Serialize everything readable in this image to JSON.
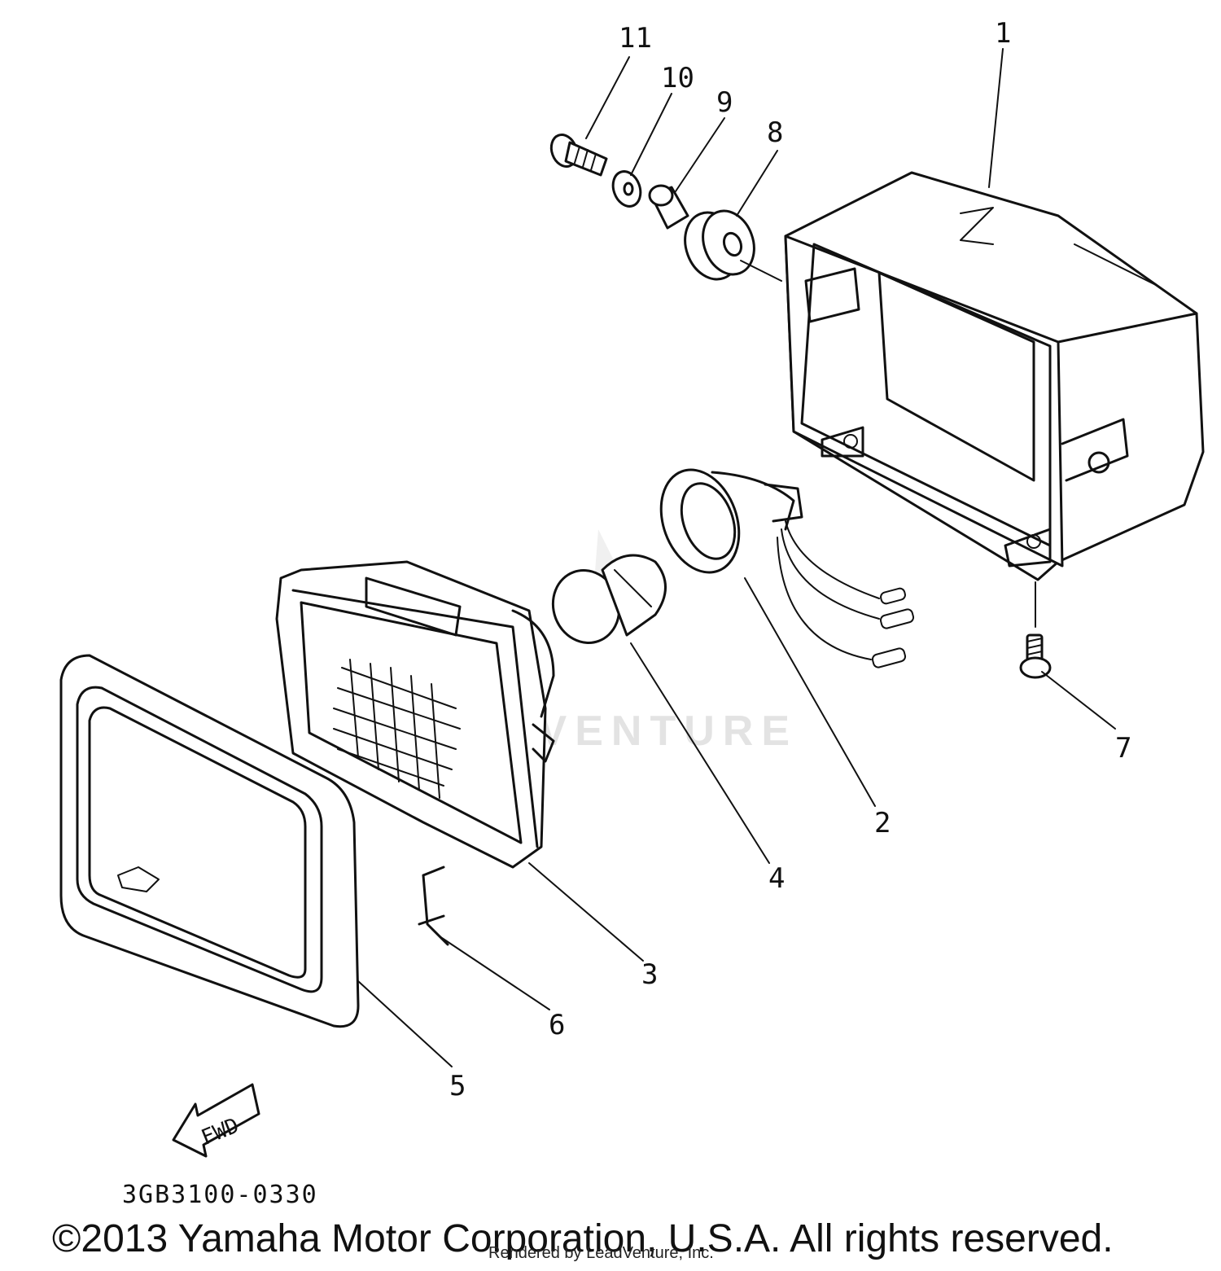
{
  "callouts": [
    {
      "id": "1",
      "label": "1"
    },
    {
      "id": "2",
      "label": "2"
    },
    {
      "id": "3",
      "label": "3"
    },
    {
      "id": "4",
      "label": "4"
    },
    {
      "id": "5",
      "label": "5"
    },
    {
      "id": "6",
      "label": "6"
    },
    {
      "id": "7",
      "label": "7"
    },
    {
      "id": "8",
      "label": "8"
    },
    {
      "id": "9",
      "label": "9"
    },
    {
      "id": "10",
      "label": "10"
    },
    {
      "id": "11",
      "label": "11"
    }
  ],
  "direction_arrow": {
    "label": "FWD"
  },
  "diagram_code": "3GB3100-0330",
  "copyright": "©2013 Yamaha Motor Corporation, U.S.A. All rights reserved.",
  "rendered_by": "Rendered by LeadVenture, Inc.",
  "watermark": "LEADVENTURE"
}
